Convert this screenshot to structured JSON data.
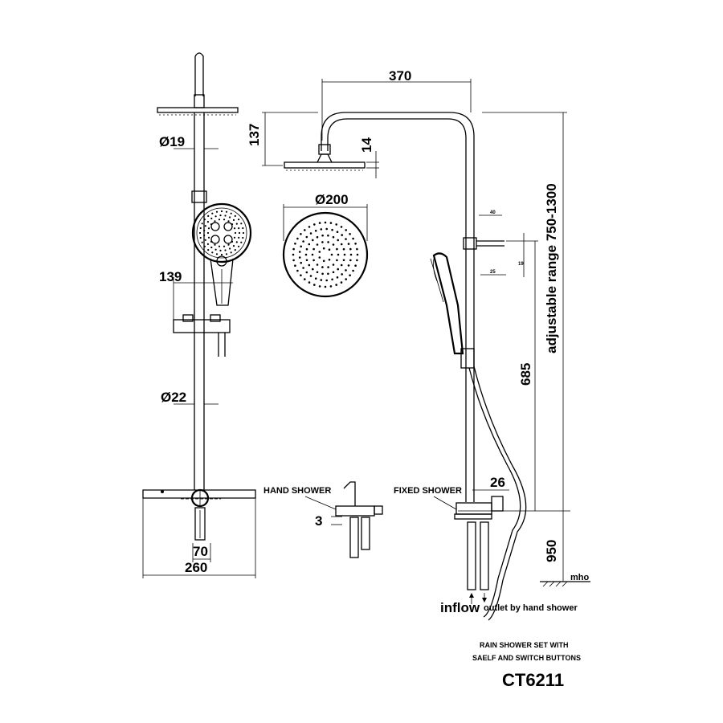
{
  "dimensions": {
    "width_370": "370",
    "height_137": "137",
    "thickness_14": "14",
    "dia_19": "Ø19",
    "dia_200": "Ø200",
    "dim_139": "139",
    "dia_22": "Ø22",
    "dim_70": "70",
    "dim_260": "260",
    "dim_3": "3",
    "dim_26": "26",
    "dim_685": "685",
    "dim_950": "950",
    "adjustable": "adjustable range 750-1300",
    "small_a": "40",
    "small_b": "25",
    "small_c": "19"
  },
  "labels": {
    "hand_shower": "HAND SHOWER",
    "fixed_shower": "FIXED SHOWER",
    "inflow": "inflow",
    "outlet": "outlet by hand shower",
    "floor": "mho"
  },
  "title": {
    "line1": "RAIN SHOWER SET WITH",
    "line2": "SAELF AND SWITCH BUTTONS",
    "model": "CT6211"
  }
}
